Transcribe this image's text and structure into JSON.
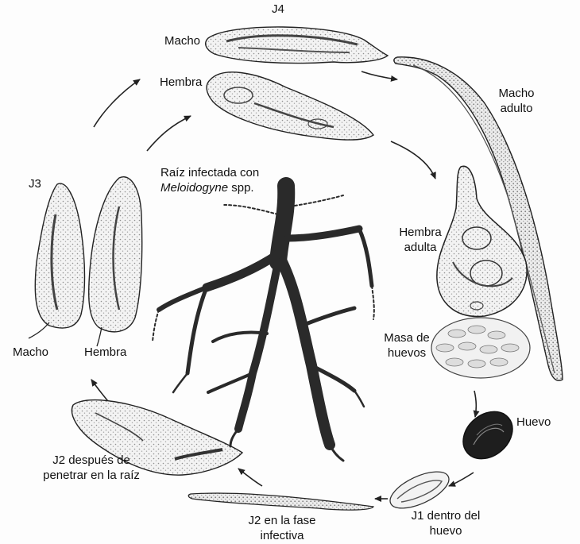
{
  "labels": {
    "j4": "J4",
    "j4_male": "Macho",
    "j4_female": "Hembra",
    "adult_male_1": "Macho",
    "adult_male_2": "adulto",
    "root_1": "Raíz infectada con",
    "root_genus": "Meloidogyne",
    "root_spp": " spp.",
    "adult_female_1": "Hembra",
    "adult_female_2": "adulta",
    "j3": "J3",
    "j3_male": "Macho",
    "j3_female": "Hembra",
    "egg_mass_1": "Masa de",
    "egg_mass_2": "huevos",
    "egg": "Huevo",
    "j2_root_1": "J2 después de",
    "j2_root_2": "penetrar en la raíz",
    "j2_infective_1": "J2 en la fase",
    "j2_infective_2": "infectiva",
    "j1_1": "J1 dentro del",
    "j1_2": "huevo"
  },
  "colors": {
    "line": "#222222",
    "stipple": "#9a9a9a",
    "body_fill": "#efefef",
    "root": "#2a2a2a",
    "egg_dark": "#1e1e1e"
  }
}
